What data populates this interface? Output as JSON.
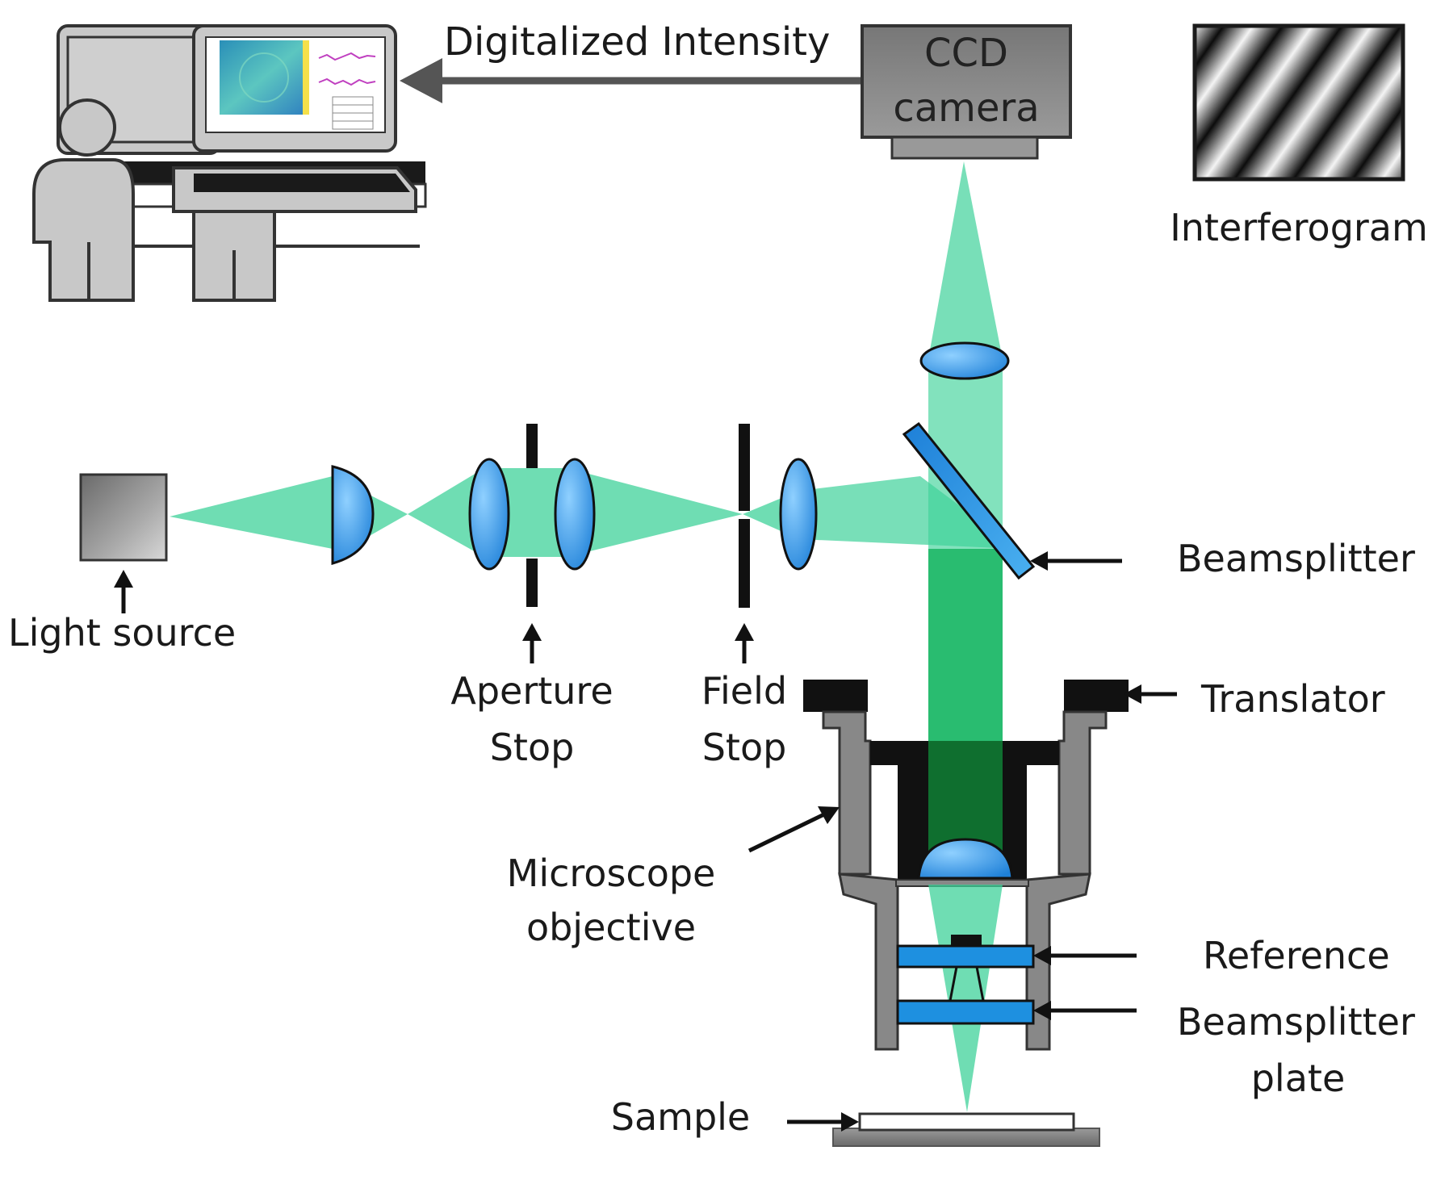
{
  "labels": {
    "digitalized_intensity": "Digitalized Intensity",
    "ccd_line1": "CCD",
    "ccd_line2": "camera",
    "interferogram": "Interferogram",
    "light_source": "Light source",
    "aperture_line1": "Aperture",
    "aperture_line2": "Stop",
    "field_line1": "Field",
    "field_line2": "Stop",
    "beamsplitter": "Beamsplitter",
    "translator": "Translator",
    "microscope_line1": "Microscope",
    "microscope_line2": "objective",
    "reference": "Reference",
    "bsplate_line1": "Beamsplitter",
    "bsplate_line2": "plate",
    "sample": "Sample"
  },
  "colors": {
    "beam": "#3fd29a",
    "beam_dark": "#0f7a33",
    "lens_fill": "#1e90e0",
    "lens_light": "#8fd0ff",
    "outline": "#1a1a1a",
    "housing_gray": "#888888",
    "device_gray": "#8f8f8f",
    "monitor_blue": "#3fa0c8"
  },
  "icons": [
    "computer-workstation-icon",
    "person-icon",
    "arrow-icon"
  ]
}
